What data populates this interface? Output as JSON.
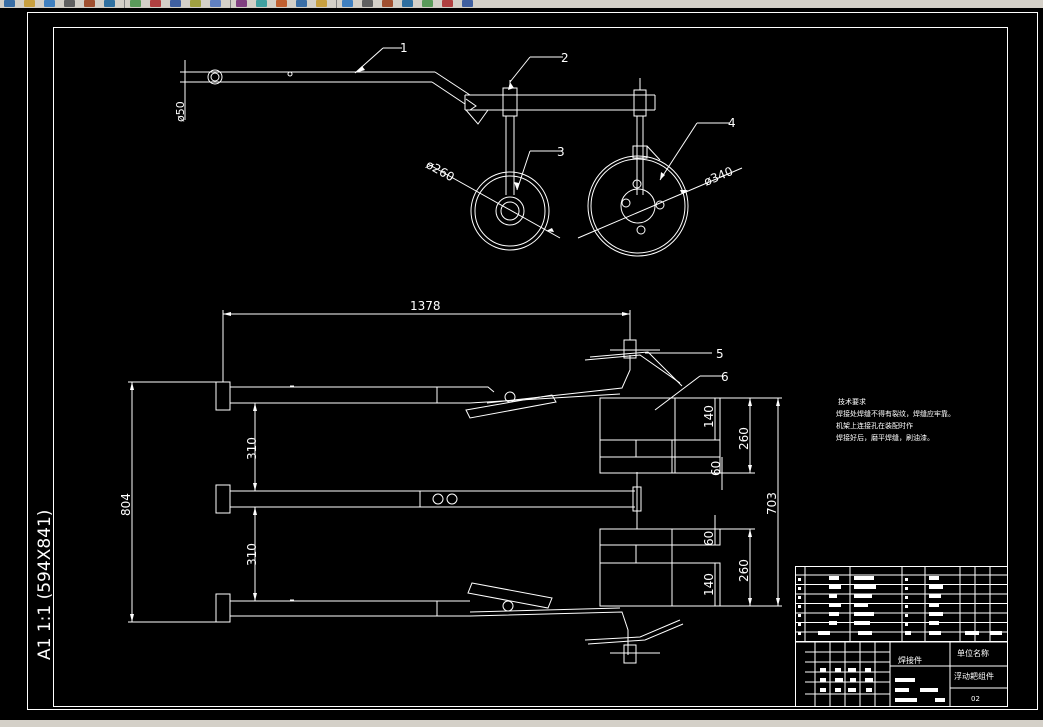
{
  "toolbar": {
    "buttons": [
      "new-file-icon",
      "open-file-icon",
      "save-icon",
      "print-icon",
      "undo-icon",
      "redo-icon",
      "pan-icon",
      "zoom-realtime-icon",
      "zoom-window-icon",
      "zoom-previous-icon",
      "zoom-extents-icon",
      "text-style-icon",
      "properties-icon",
      "layer-icon",
      "table-icon",
      "help-icon",
      "layer-state-icon",
      "bulb-icon",
      "sun-icon",
      "lock-icon",
      "color-swatch-icon",
      "layer-manager-icon",
      "match-prop-icon"
    ]
  },
  "sheet": {
    "format_label": "A1  1:1  (594X841)",
    "line_color": "#ffffff"
  },
  "balloons": [
    "1",
    "2",
    "3",
    "4",
    "5",
    "6"
  ],
  "dimensions": {
    "tube_dia": "ø50",
    "small_wheel_dia": "ø260",
    "large_wheel_dia": "ø340",
    "overall_length": "1378",
    "overall_width": "804",
    "spacing_upper": "310",
    "spacing_lower": "310",
    "block_upper_140": "140",
    "block_upper_260": "260",
    "block_upper_60": "60",
    "block_total": "703",
    "block_lower_60": "60",
    "block_lower_260": "260",
    "block_lower_140": "140"
  },
  "tech_notes": {
    "heading": "技术要求",
    "lines": [
      "焊接处焊缝不得有裂纹，焊缝应牢靠。",
      "机架上连接孔在装配时作",
      "焊接好后，磨平焊缝，刷油漆。"
    ]
  },
  "title_block": {
    "company": "单位名称",
    "part_name": "焊接件",
    "assembly_name": "浮动耙组件",
    "drawing_no": "02"
  }
}
